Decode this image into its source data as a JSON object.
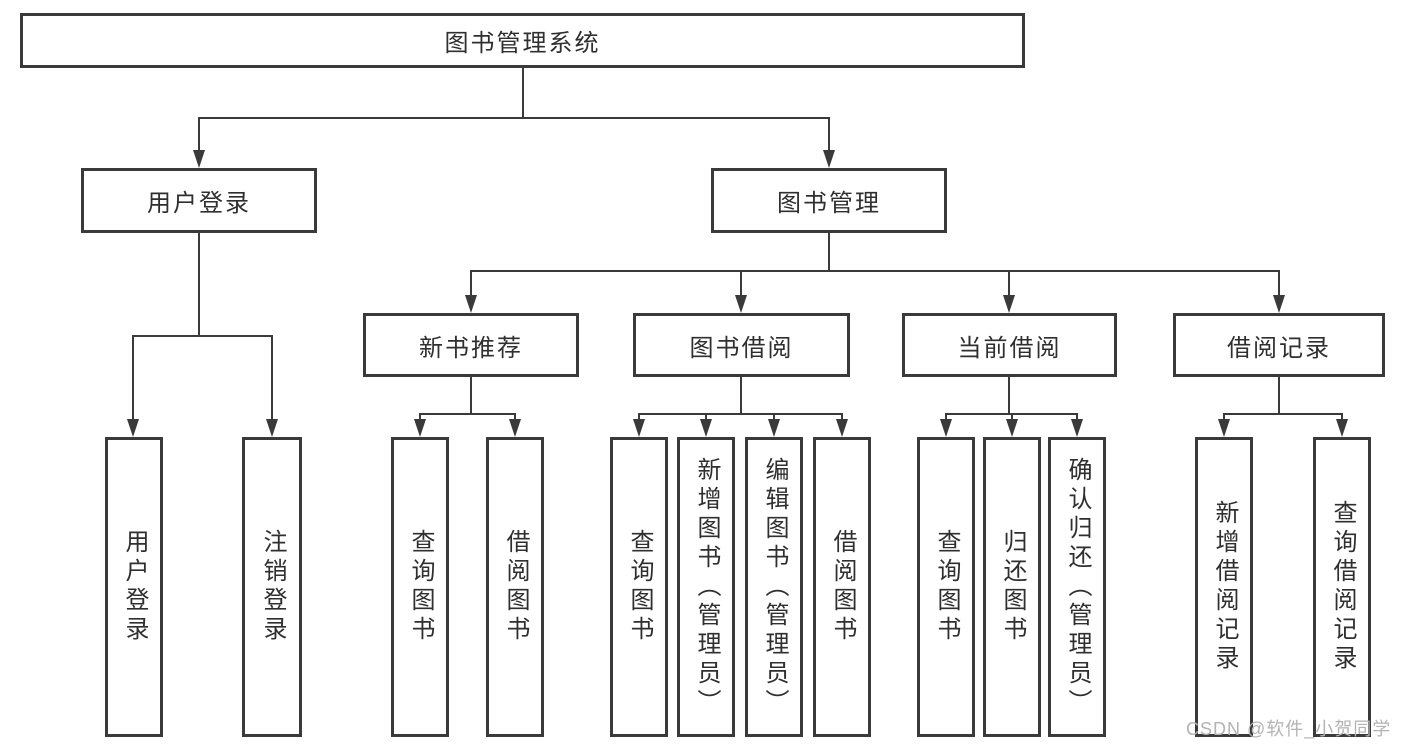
{
  "diagram": {
    "root": {
      "label": "图书管理系统"
    },
    "branches": [
      {
        "label": "用户登录",
        "children": [
          {
            "label": "用户登录"
          },
          {
            "label": "注销登录"
          }
        ]
      },
      {
        "label": "图书管理",
        "children": [
          {
            "label": "新书推荐",
            "children": [
              {
                "label": "查询图书"
              },
              {
                "label": "借阅图书"
              }
            ]
          },
          {
            "label": "图书借阅",
            "children": [
              {
                "label": "查询图书"
              },
              {
                "label": "新增图书（管理员）"
              },
              {
                "label": "编辑图书（管理员）"
              },
              {
                "label": "借阅图书"
              }
            ]
          },
          {
            "label": "当前借阅",
            "children": [
              {
                "label": "查询图书"
              },
              {
                "label": "归还图书"
              },
              {
                "label": "确认归还（管理员）"
              }
            ]
          },
          {
            "label": "借阅记录",
            "children": [
              {
                "label": "新增借阅记录"
              },
              {
                "label": "查询借阅记录"
              }
            ]
          }
        ]
      }
    ]
  },
  "watermark": {
    "text": "CSDN @软件_小贺同学"
  }
}
